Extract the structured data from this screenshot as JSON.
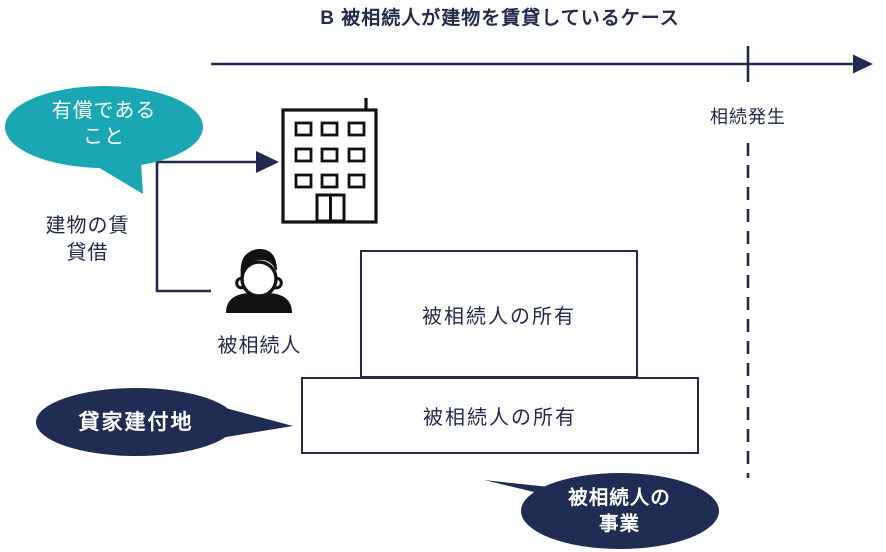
{
  "title": "B 被相続人が建物を賃貸しているケース",
  "timeline": {
    "event_label": "相続発生"
  },
  "callouts": {
    "paid_condition": "有償である\nこと",
    "rental_housing_land": "貸家建付地",
    "decedent_business": "被相続人の\n事業"
  },
  "labels": {
    "building_lease": "建物の賃\n貸借",
    "decedent": "被相続人"
  },
  "boxes": {
    "building_ownership": "被相続人の所有",
    "land_ownership": "被相続人の所有"
  },
  "icons": {
    "building": "building-icon",
    "person": "person-icon"
  },
  "colors": {
    "navy_line": "#232a4d",
    "bubble_navy": "#1f2d55",
    "bubble_teal": "#18a7b3",
    "icon_black": "#111111"
  }
}
